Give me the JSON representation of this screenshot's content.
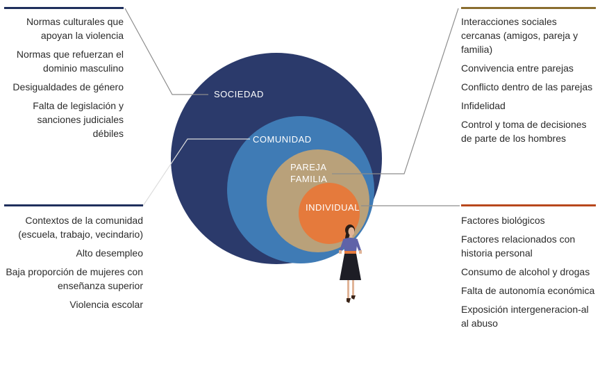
{
  "colors": {
    "sociedad": "#2b3a6b",
    "comunidad": "#3f7bb5",
    "pareja": "#b9a17a",
    "individual": "#e57a3c",
    "bar_navy": "#1f2f5c",
    "bar_gold": "#8a6d2f",
    "bar_orange": "#b8471c",
    "leader": "#8c8c8c"
  },
  "rings": {
    "sociedad": "SOCIEDAD",
    "comunidad": "COMUNIDAD",
    "pareja_line1": "PAREJA",
    "pareja_line2": "FAMILIA",
    "individual": "INDIVIDUAL"
  },
  "panels": {
    "sociedad": {
      "items": [
        "Normas culturales que apoyan la violencia",
        "Normas que refuerzan el dominio masculino",
        "Desigualdades de género",
        "Falta de legislación y sanciones judiciales débiles"
      ]
    },
    "comunidad": {
      "items": [
        "Contextos de la comunidad (escuela, trabajo, vecindario)",
        "Alto desempleo",
        "Baja proporción de mujeres con enseñanza superior",
        "Violencia escolar"
      ]
    },
    "relaciones": {
      "items": [
        "Interacciones sociales cercanas (amigos, pareja y familia)",
        "Convivencia entre parejas",
        "Conflicto dentro de las parejas",
        "Infidelidad",
        "Control y toma de decisiones de parte de los hombres"
      ]
    },
    "individual": {
      "items": [
        "Factores biológicos",
        "Factores relacionados con historia personal",
        "Consumo de alcohol y drogas",
        "Falta de autonomía económica",
        "Exposición intergeneracion-al al abuso"
      ]
    }
  },
  "icons": {
    "woman": "woman-figure-icon"
  }
}
